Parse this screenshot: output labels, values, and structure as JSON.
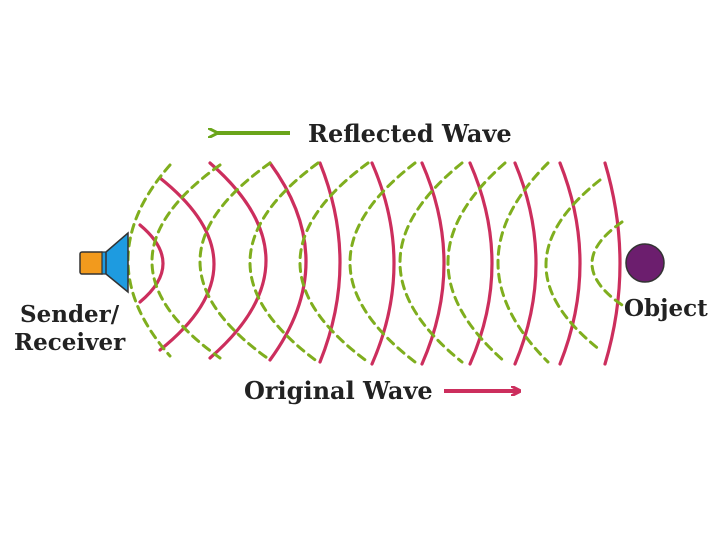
{
  "diagram": {
    "reflected_label": "Reflected Wave",
    "original_label": "Original Wave",
    "sender_label_line1": "Sender/",
    "sender_label_line2": "Receiver",
    "object_label": "Object",
    "colors": {
      "original_wave": "#cc2e5d",
      "reflected_wave": "#7fae1e",
      "reflected_arrow": "#6aa51a",
      "speaker_cone": "#1e9be0",
      "speaker_body": "#f29a1d",
      "object": "#6c1e6e",
      "text": "#222222"
    },
    "icons": {
      "sender": "speaker-icon",
      "object": "sphere-icon"
    }
  }
}
